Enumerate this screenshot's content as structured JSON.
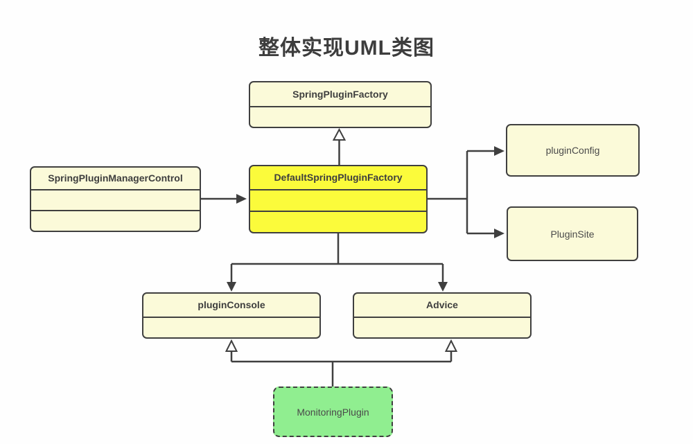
{
  "title": "整体实现UML类图",
  "diagram": {
    "nodes": {
      "spring_plugin_factory": {
        "label": "SpringPluginFactory"
      },
      "default_spring_plugin_factory": {
        "label": "DefaultSpringPluginFactory"
      },
      "spring_plugin_manager_control": {
        "label": "SpringPluginManagerControl"
      },
      "plugin_config": {
        "label": "pluginConfig"
      },
      "plugin_site": {
        "label": "PluginSite"
      },
      "plugin_console": {
        "label": "pluginConsole"
      },
      "advice": {
        "label": "Advice"
      },
      "monitoring_plugin": {
        "label": "MonitoringPlugin"
      }
    },
    "edges": [
      {
        "from": "DefaultSpringPluginFactory",
        "to": "SpringPluginFactory",
        "type": "generalization"
      },
      {
        "from": "SpringPluginManagerControl",
        "to": "DefaultSpringPluginFactory",
        "type": "association"
      },
      {
        "from": "DefaultSpringPluginFactory",
        "to": "pluginConfig",
        "type": "association"
      },
      {
        "from": "DefaultSpringPluginFactory",
        "to": "PluginSite",
        "type": "association"
      },
      {
        "from": "DefaultSpringPluginFactory",
        "to": "pluginConsole",
        "type": "association"
      },
      {
        "from": "DefaultSpringPluginFactory",
        "to": "Advice",
        "type": "association"
      },
      {
        "from": "MonitoringPlugin",
        "to": "pluginConsole",
        "type": "generalization"
      },
      {
        "from": "MonitoringPlugin",
        "to": "Advice",
        "type": "generalization"
      }
    ],
    "colors": {
      "background": "#fefefe",
      "class_fill": "#fbfad9",
      "highlight_fill": "#fbfb3b",
      "plugin_fill": "#90ee90",
      "stroke": "#3f3f3f",
      "title_color": "#3d3d3d"
    }
  }
}
